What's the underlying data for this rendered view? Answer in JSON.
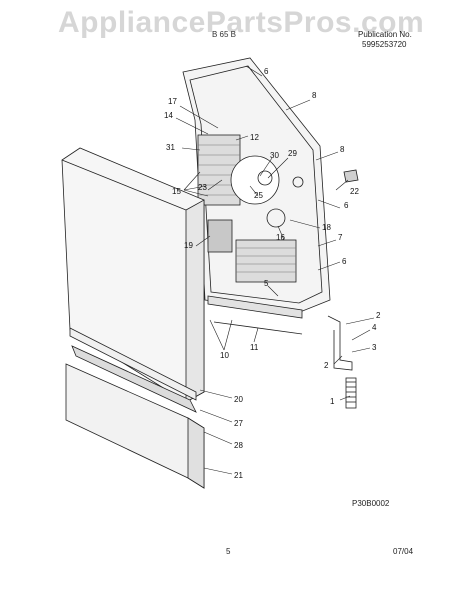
{
  "header": {
    "watermark": "AppliancePartsPros.com",
    "model": "B 65 B",
    "publication_label": "Publication No.",
    "publication_number": "5995253720"
  },
  "diagram": {
    "callouts": [
      "6",
      "8",
      "17",
      "14",
      "12",
      "31",
      "30",
      "29",
      "8",
      "15",
      "23",
      "22",
      "25",
      "6",
      "18",
      "16",
      "7",
      "19",
      "6",
      "5",
      "2",
      "4",
      "3",
      "10",
      "11",
      "2",
      "1",
      "20",
      "27",
      "28",
      "21"
    ]
  },
  "footer": {
    "figure_id": "P30B0002",
    "page": "5",
    "date": "07/04"
  }
}
